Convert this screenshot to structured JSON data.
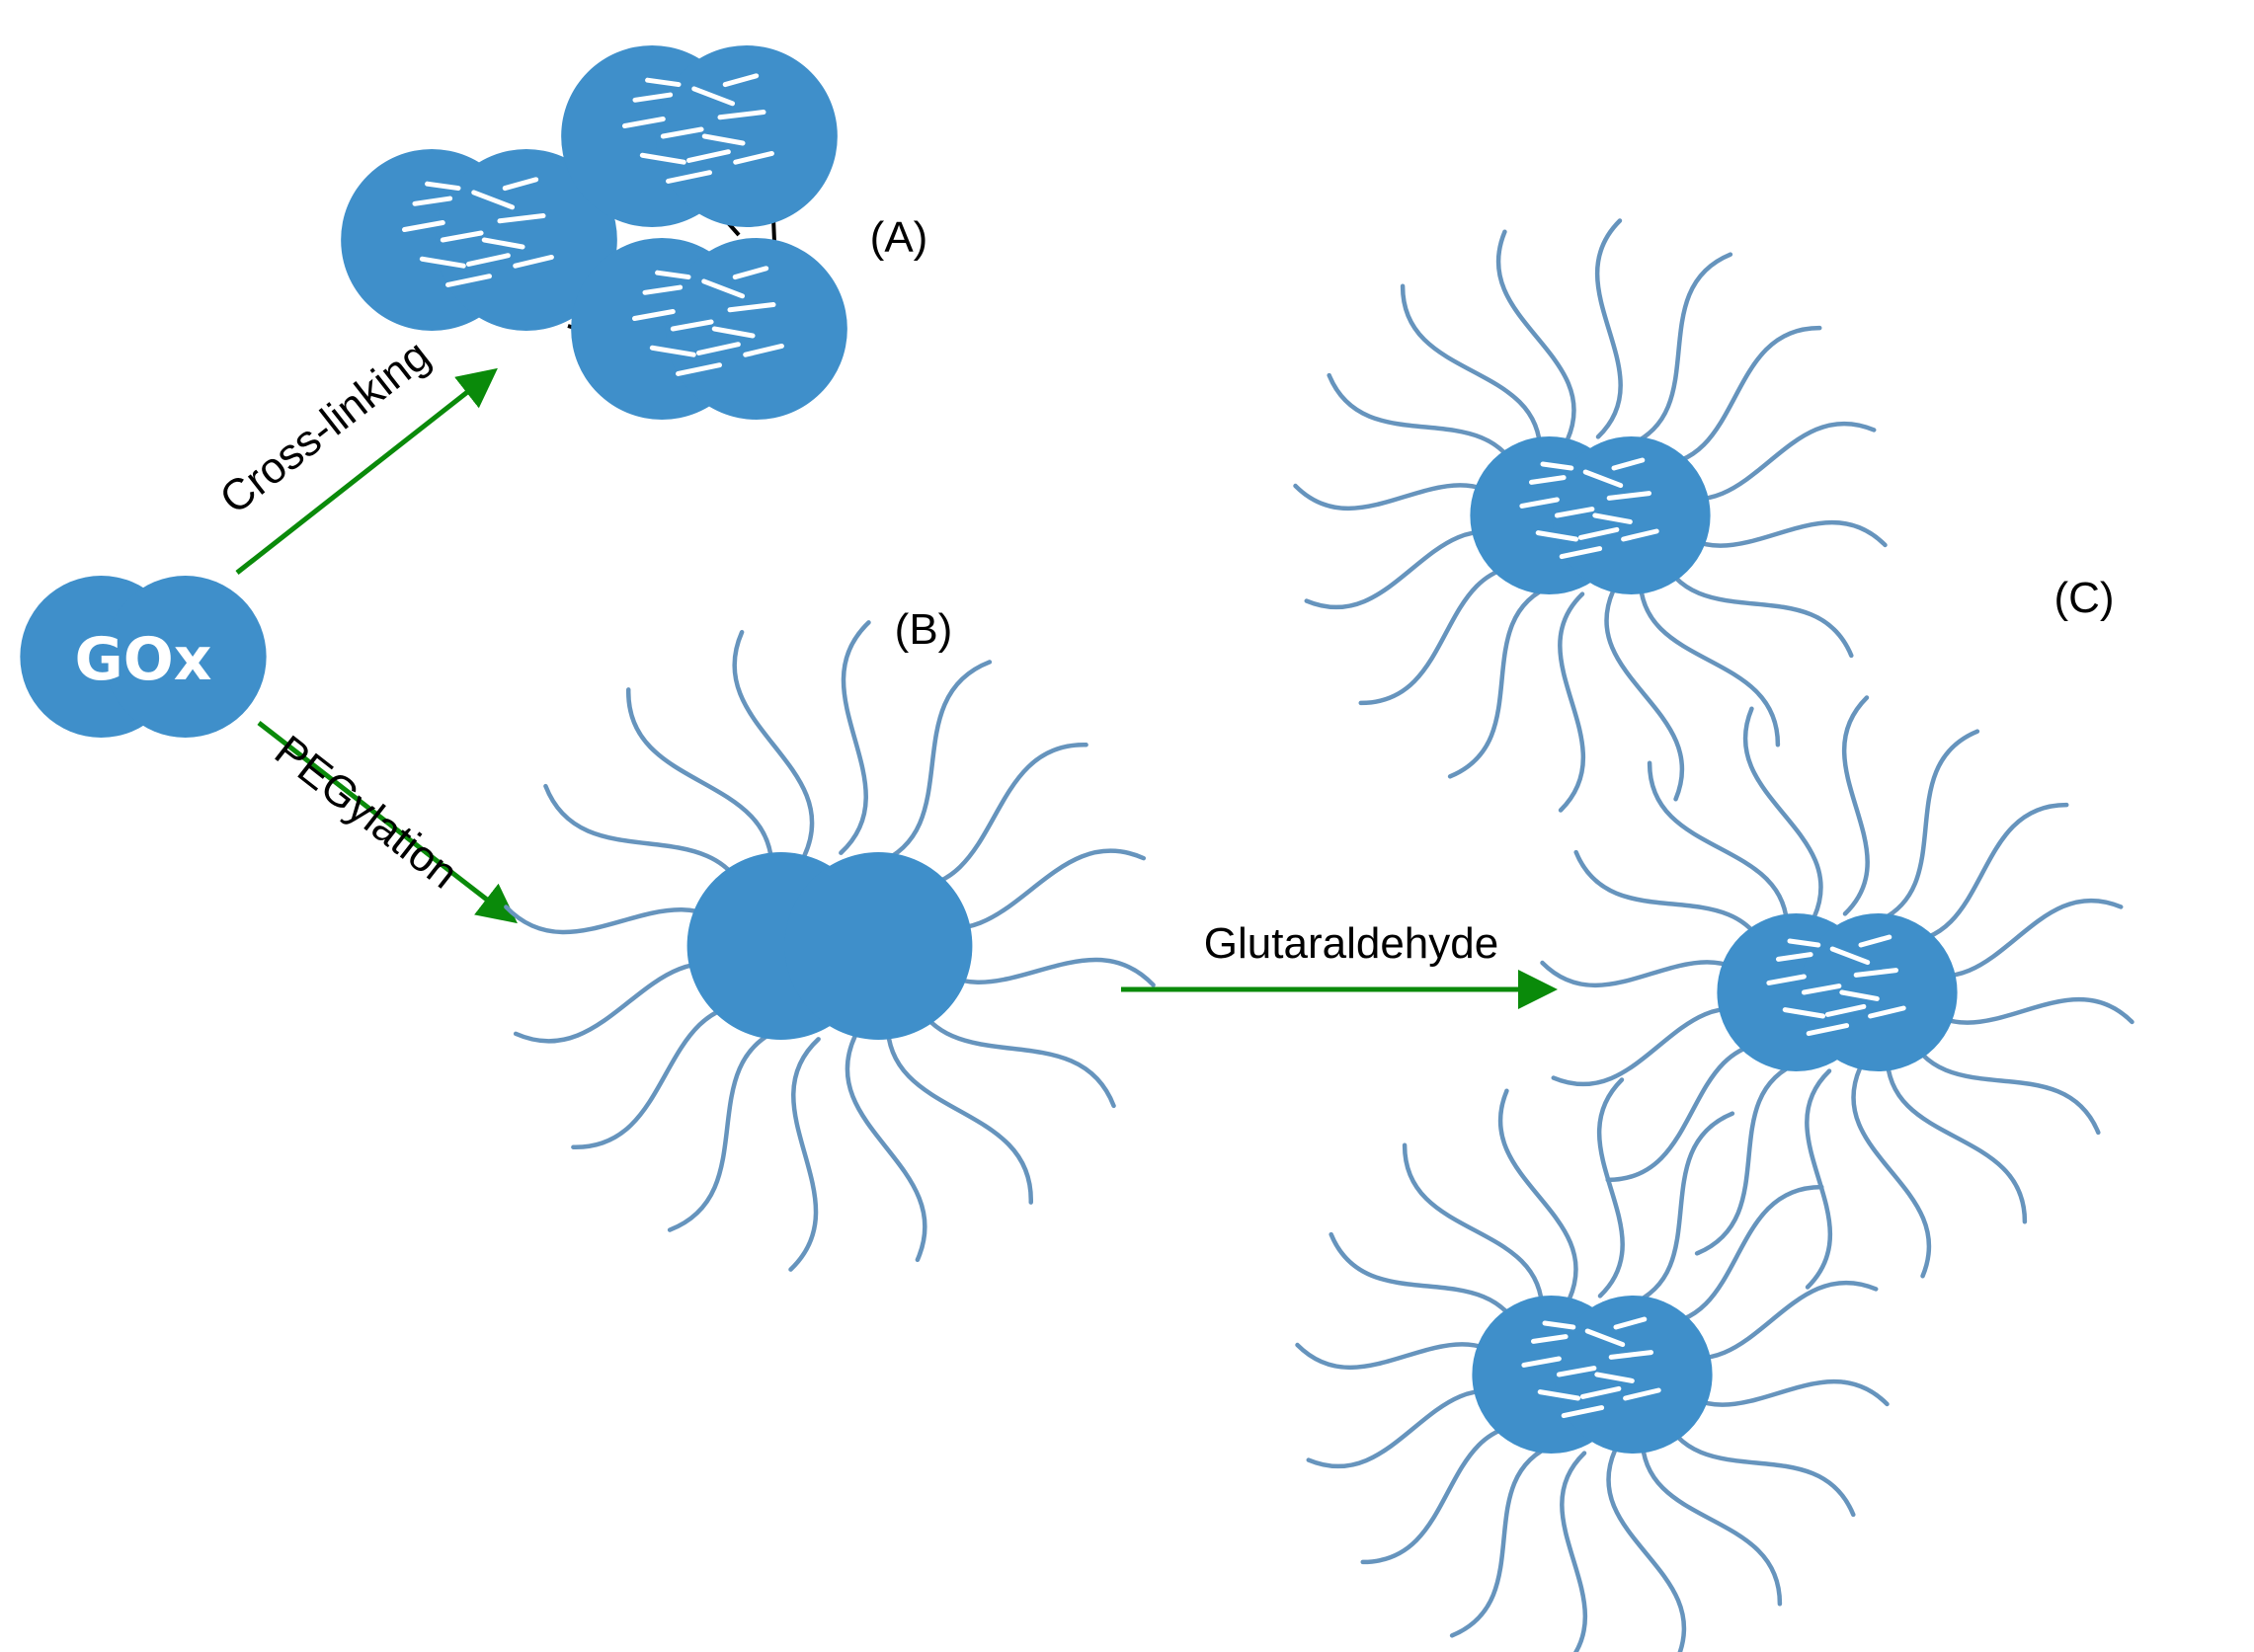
{
  "colors": {
    "enzyme": "#3f8fca",
    "peg_chain": "#6694bd",
    "arrow": "#0a8a0a",
    "rod": "#ffffff",
    "crosslink": "#000000",
    "text": "#000000"
  },
  "labels": {
    "gox": "GOx",
    "crosslinking": "Cross-linking",
    "pegylation": "PEGylation",
    "glutaraldehyde": "Glutaraldehyde",
    "a": "(A)",
    "b": "(B)",
    "c": "(C)"
  }
}
